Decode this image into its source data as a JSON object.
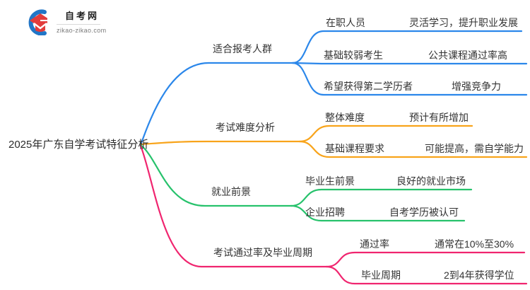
{
  "logo": {
    "title": "自考网",
    "domain": "zikao-zikao.com",
    "icon": "graduation-cap-icon",
    "cap_color": "#e23c3c",
    "swoosh_color": "#2176c7"
  },
  "root": {
    "label": "2025年广东自学考试特征分析"
  },
  "colors": {
    "branch_suitable": "#2b87ea",
    "branch_difficulty": "#f8a41b",
    "branch_employment": "#27c26c",
    "branch_passrate": "#f0256f",
    "text": "#333333"
  },
  "branches": [
    {
      "label": "适合报考人群",
      "color": "#2b87ea",
      "children": [
        {
          "key": "在职人员",
          "value": "灵活学习，提升职业发展"
        },
        {
          "key": "基础较弱考生",
          "value": "公共课程通过率高"
        },
        {
          "key": "希望获得第二学历者",
          "value": "增强竞争力"
        }
      ]
    },
    {
      "label": "考试难度分析",
      "color": "#f8a41b",
      "children": [
        {
          "key": "整体难度",
          "value": "预计有所增加"
        },
        {
          "key": "基础课程要求",
          "value": "可能提高，需自学能力"
        }
      ]
    },
    {
      "label": "就业前景",
      "color": "#27c26c",
      "children": [
        {
          "key": "毕业生前景",
          "value": "良好的就业市场"
        },
        {
          "key": "企业招聘",
          "value": "自考学历被认可"
        }
      ]
    },
    {
      "label": "考试通过率及毕业周期",
      "color": "#f0256f",
      "children": [
        {
          "key": "通过率",
          "value": "通常在10%至30%"
        },
        {
          "key": "毕业周期",
          "value": "2到4年获得学位"
        }
      ]
    }
  ]
}
